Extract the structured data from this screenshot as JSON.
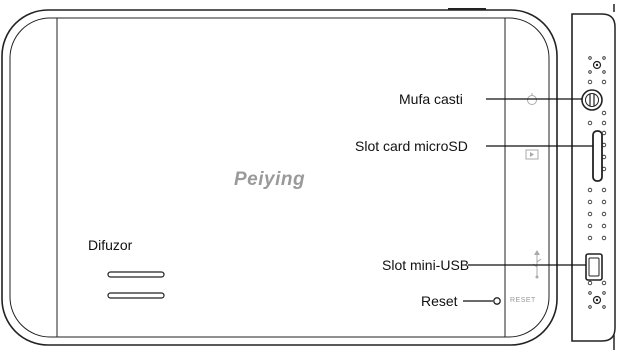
{
  "brand": {
    "name": "Peiying"
  },
  "labels": {
    "headphone_jack": "Mufa casti",
    "microsd_slot": "Slot card microSD",
    "mini_usb_slot": "Slot mini-USB",
    "reset": "Reset",
    "speaker": "Difuzor"
  },
  "device_print": {
    "reset": "RESET"
  },
  "colors": {
    "outline": "#222222",
    "line": "#111111",
    "faint": "#9a9a9a"
  }
}
